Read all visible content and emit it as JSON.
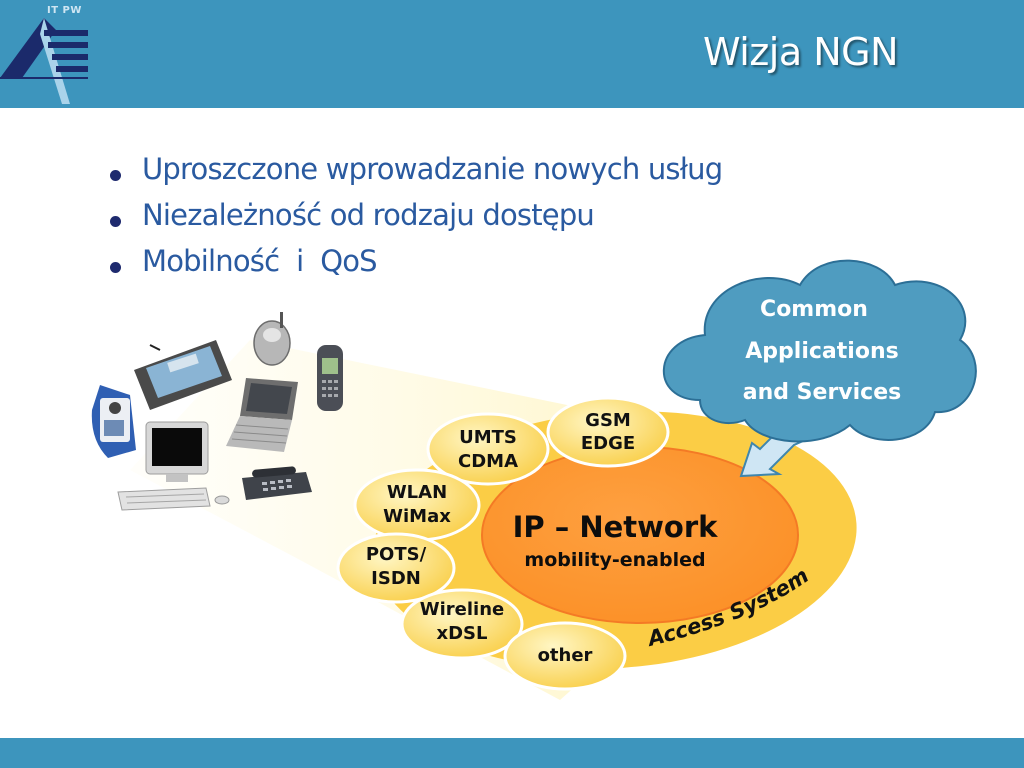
{
  "header": {
    "logo_text": "IT PW",
    "title": "Wizja NGN"
  },
  "bullets": [
    "Uproszczone wprowadzanie nowych usług",
    "Niezależność od rodzaju dostępu",
    "Mobilność  i  QoS"
  ],
  "diagram": {
    "cloud": [
      "Common",
      "Applications",
      "and Services"
    ],
    "core": {
      "title": "IP – Network",
      "subtitle": "mobility-enabled"
    },
    "ring_label": "Access System",
    "access_nodes": [
      {
        "line1": "GSM",
        "line2": "EDGE"
      },
      {
        "line1": "UMTS",
        "line2": "CDMA"
      },
      {
        "line1": "WLAN",
        "line2": "WiMax"
      },
      {
        "line1": "POTS/",
        "line2": "ISDN"
      },
      {
        "line1": "Wireline",
        "line2": "xDSL"
      },
      {
        "line1": "other",
        "line2": ""
      }
    ],
    "devices": [
      "tablet-pc",
      "cordless-phone",
      "mobile-phone",
      "pda",
      "laptop",
      "desktop-pc",
      "desk-phone"
    ],
    "colors": {
      "header": "#3d95bd",
      "bullet_text": "#2a5aa0",
      "access_ring": "#fbcd45",
      "core": "#fd9a30",
      "nodes": "#fde077",
      "cloud": "#4f9cc0"
    }
  }
}
